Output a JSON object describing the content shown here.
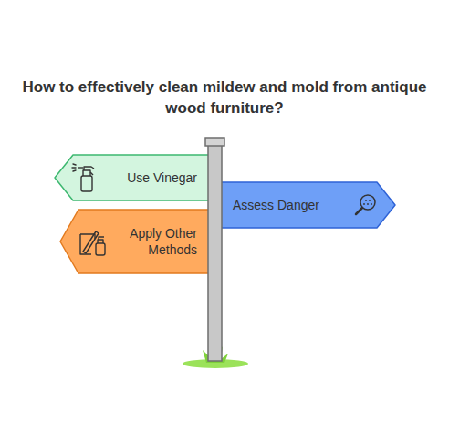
{
  "diagram": {
    "title": "How to effectively clean mildew and mold from antique wood furniture?",
    "nodes": [
      {
        "text": [
          "Use Vinegar"
        ]
      },
      {
        "text": [
          "Assess Danger"
        ]
      },
      {
        "text": [
          "Apply Other Methods"
        ]
      }
    ]
  }
}
